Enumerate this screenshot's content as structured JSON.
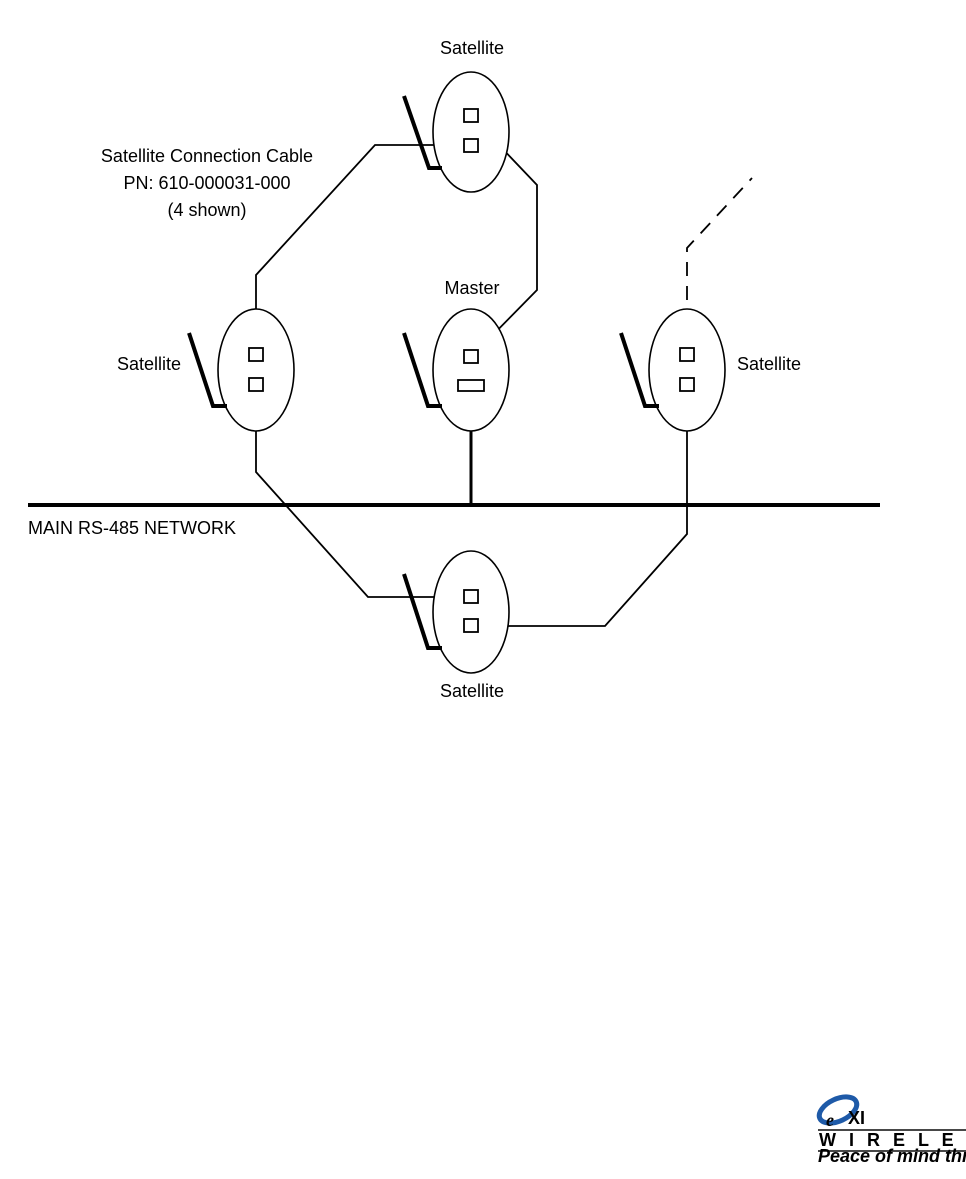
{
  "labels": {
    "satellite_top": "Satellite",
    "satellite_left": "Satellite",
    "satellite_right": "Satellite",
    "satellite_bottom": "Satellite",
    "master": "Master",
    "network": "MAIN RS-485 NETWORK",
    "cable_line1": "Satellite Connection Cable",
    "cable_line2": "PN: 610-000031-000",
    "cable_line3": "(4 shown)"
  },
  "logo": {
    "brand_letters": "XI",
    "wordmark": "W I R E L E S S",
    "tagline": "Peace of mind through wireless innovation",
    "colors": {
      "blue": "#1e5aa8",
      "dark": "#0b0b0b",
      "tagline": "#1e5aa8"
    }
  }
}
